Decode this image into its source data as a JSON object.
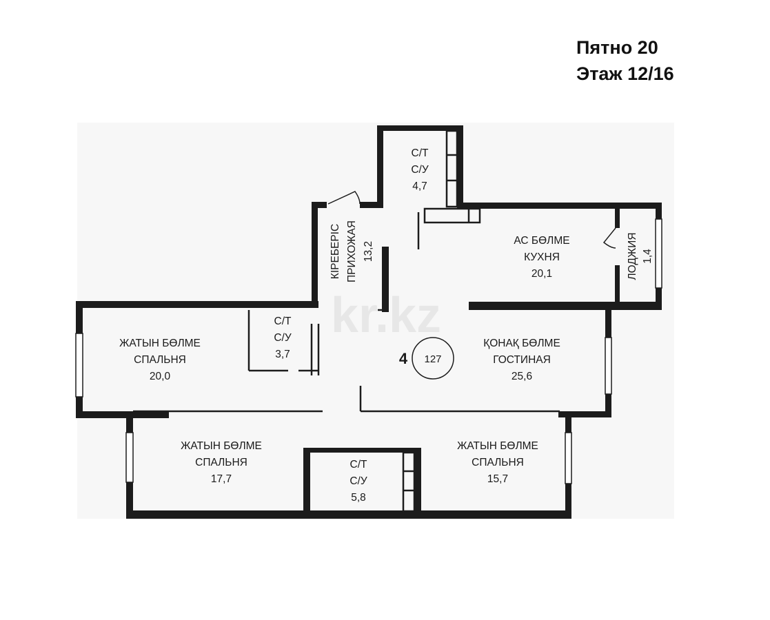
{
  "header": {
    "lot": "Пятно 20",
    "floor": "Этаж 12/16"
  },
  "plan": {
    "rooms_count": "4",
    "total_area": "127",
    "watermark": "kr.kz",
    "bathroom_top": {
      "kz": "С/Т",
      "ru": "С/У",
      "area": "4,7"
    },
    "hallway": {
      "kz": "КІРЕБЕРІС",
      "ru": "ПРИХОЖАЯ",
      "area": "13,2"
    },
    "kitchen": {
      "kz": "АС БӨЛМЕ",
      "ru": "КУХНЯ",
      "area": "20,1"
    },
    "loggia": {
      "ru": "ЛОДЖИЯ",
      "area": "1,4"
    },
    "bedroom_left": {
      "kz": "ЖАТЫН БӨЛМЕ",
      "ru": "СПАЛЬНЯ",
      "area": "20,0"
    },
    "bathroom_mid": {
      "kz": "С/Т",
      "ru": "С/У",
      "area": "3,7"
    },
    "living": {
      "kz": "ҚОНАҚ БӨЛМЕ",
      "ru": "ГОСТИНАЯ",
      "area": "25,6"
    },
    "bedroom_bl": {
      "kz": "ЖАТЫН БӨЛМЕ",
      "ru": "СПАЛЬНЯ",
      "area": "17,7"
    },
    "bathroom_bottom": {
      "kz": "С/Т",
      "ru": "С/У",
      "area": "5,8"
    },
    "bedroom_br": {
      "kz": "ЖАТЫН БӨЛМЕ",
      "ru": "СПАЛЬНЯ",
      "area": "15,7"
    }
  }
}
